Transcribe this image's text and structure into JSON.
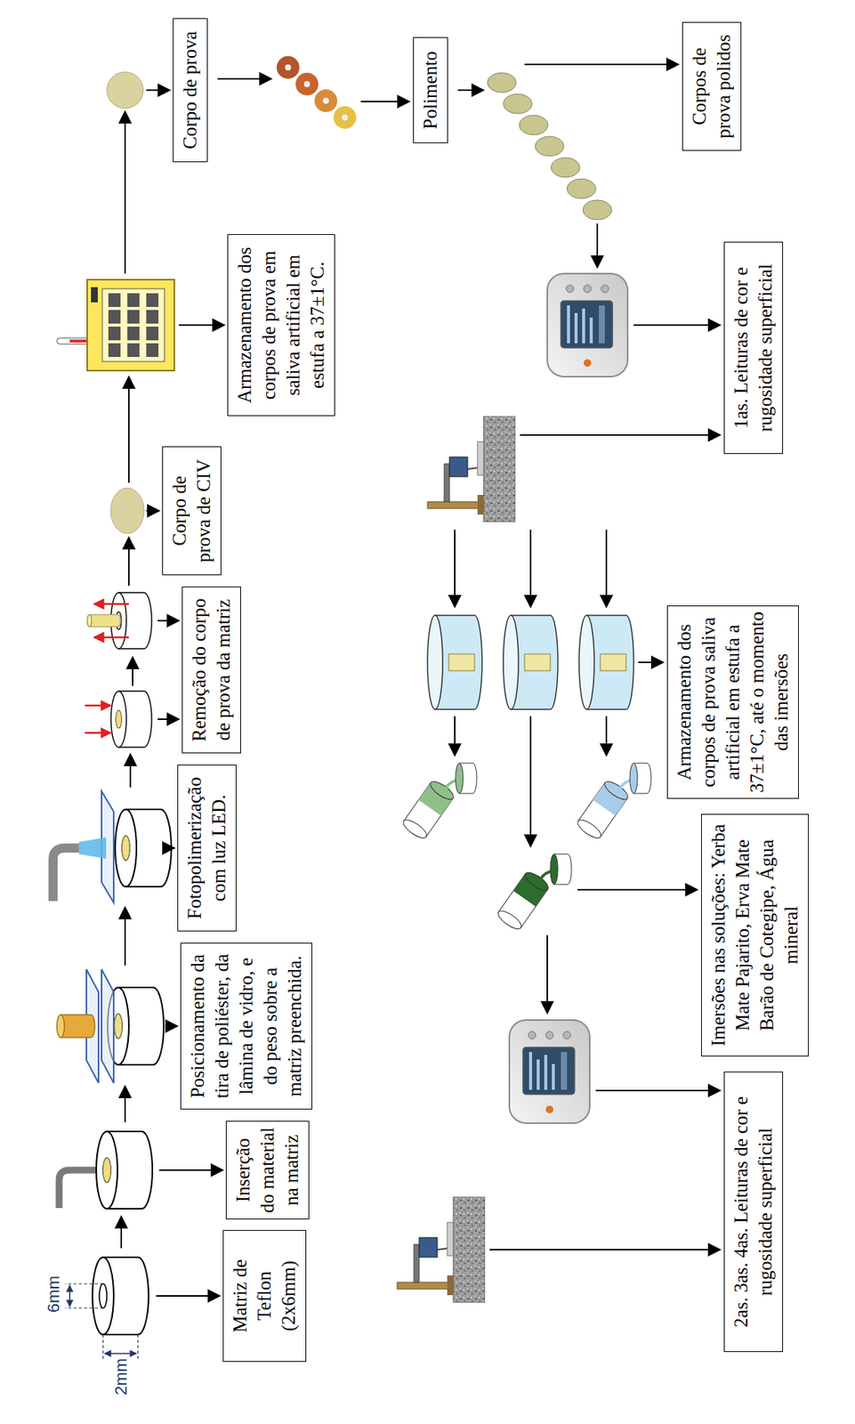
{
  "diagram": {
    "nodes": [
      {
        "text": [
          "Matriz de Teflon (2x6mm)"
        ]
      },
      {
        "text": [
          "Inserção do material na matriz"
        ]
      },
      {
        "text": [
          "Posicionamento da tira de poliéster, da lâmina de vidro, e do peso sobre a matriz preenchida."
        ]
      },
      {
        "text": [
          "Fotopolimerização com luz LED."
        ]
      },
      {
        "text": [
          "Remoção do corpo de prova da matriz"
        ]
      },
      {
        "text": [
          "Corpo de prova de CIV"
        ]
      },
      {
        "text": [
          "Armazenamento dos corpos de prova em saliva artificial em estufa a 37±1°C."
        ]
      },
      {
        "text": [
          "Corpo de prova"
        ]
      },
      {
        "text": [
          "Polimento"
        ]
      },
      {
        "text": [
          "Corpos de prova polidos"
        ]
      },
      {
        "text": [
          "1as. Leituras de cor e rugosidade superficial"
        ]
      },
      {
        "text": [
          "Armazenamento dos corpos de prova saliva artificial em estufa a 37±1°C, até o momento das imersões"
        ]
      },
      {
        "text": [
          "Imersões nas soluções: Yerba Mate Pajarito, Erva Mate Barão de Cotegipe, Água mineral"
        ]
      },
      {
        "text": [
          "2as. 3as. 4as. Leituras de cor e rugosidade superficial"
        ]
      }
    ],
    "labels": [
      "6mm",
      "2mm"
    ]
  }
}
